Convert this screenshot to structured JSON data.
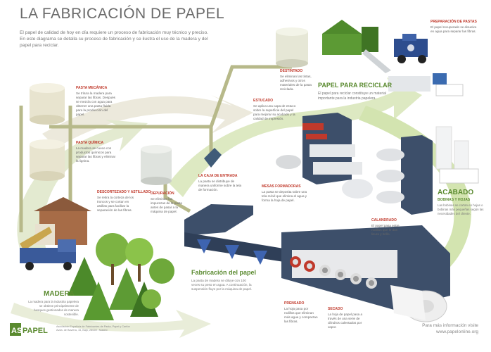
{
  "header": {
    "title": "LA FABRICACIÓN DE PAPEL",
    "intro": "El papel de calidad de hoy en día requiere un proceso de fabricación muy técnico y preciso. En este diagrama se detalla su proceso de fabricación y se ilustra el uso de la madera y del papel para reciclar."
  },
  "labels": {
    "pasta_mecanica": {
      "title": "PASTA MECÁNICA",
      "text": "Se tritura la madera para separar las fibras. Después se mezcla con agua para obtener una pasta fluida para la producción del papel."
    },
    "pasta_quimica": {
      "title": "PASTA QUÍMICA",
      "text": "La madera se cuece con productos químicos para separar las fibras y eliminar la lignina."
    },
    "descortezado": {
      "title": "DESCORTEZADO Y ASTILLADO",
      "text": "Se retira la corteza de los troncos y se cortan en astillas para facilitar la separación de las fibras."
    },
    "depuracion": {
      "title": "DEPURACIÓN",
      "text": "Se eliminan las impurezas de la pasta antes de pasar a la máquina de papel."
    },
    "destintado": {
      "title": "DESTINTADO",
      "text": "Se eliminan las tintas, adhesivos y otros materiales de la pasta reciclada."
    },
    "estucado": {
      "title": "ESTUCADO",
      "text": "Se aplica una capa de estuco sobre la superficie del papel para mejorar su acabado y la calidad de impresión."
    },
    "caja_entrada": {
      "title": "LA CAJA DE ENTRADA",
      "text": "La pasta se distribuye de manera uniforme sobre la tela de formación."
    },
    "mesas": {
      "title": "MESAS FORMADORAS",
      "text": "La pasta se deposita sobre una tela móvil que elimina el agua y forma la hoja de papel."
    },
    "prensado": {
      "title": "PRENSADO",
      "text": "La hoja pasa por rodillos que eliminan más agua y compactan las fibras."
    },
    "secado": {
      "title": "SECADO",
      "text": "La hoja de papel pasa a través de una serie de cilindros calentados por vapor."
    },
    "calandrado": {
      "title": "CALANDRADO",
      "text": "El papel pasa entre rodillos que le dan lisura y brillo."
    },
    "preparacion": {
      "title": "PREPARACIÓN DE PASTAS",
      "text": "El papel recuperado se disuelve en agua para separar las fibras."
    }
  },
  "sections": {
    "reciclar": {
      "title": "PAPEL PARA RECICLAR",
      "text": "El papel para reciclar constituye un material importante para la industria papelera."
    },
    "acabado": {
      "title": "ACABADO",
      "subtitle": "BOBINAS Y HOJAS",
      "text": "Las bobinas se cortan en hojas o bobinas más pequeñas según las necesidades del cliente."
    },
    "fabricacion": {
      "title": "Fabricación del papel",
      "text": "La pasta de madera se diluye con 100 veces su peso en agua. A continuación, la suspensión fluye por la máquina de papel."
    },
    "madera": {
      "title": "MADERA",
      "text": "La madera para la industria papelera se obtiene principalmente de bosques gestionados de manera sostenible."
    }
  },
  "footer": {
    "logo_text": "ASPAPEL",
    "org": "Asociación Española de Fabricantes de Pasta, Papel y Cartón",
    "address": "Avda. de Baviera, 15, Bajo, 28028 - Madrid",
    "web_label": "Para más información visite",
    "web_url": "www.papelonline.org"
  },
  "colors": {
    "accent_green": "#5a8a2f",
    "arrow_green": "#cfe0a8",
    "title_red": "#c0392b",
    "machine": "#3d4f6a",
    "roller_red": "#c0392b"
  }
}
